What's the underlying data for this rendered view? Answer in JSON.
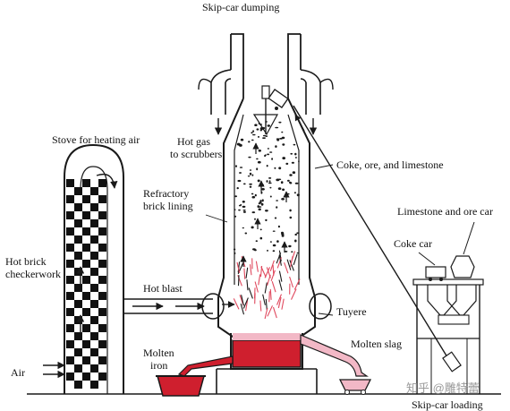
{
  "labels": {
    "skip_car_dumping": "Skip-car dumping",
    "stove": "Stove for heating air",
    "hot_gas_1": "Hot gas",
    "hot_gas_2": "to scrubbers",
    "coke_ore_limestone": "Coke, ore, and limestone",
    "refractory_1": "Refractory",
    "refractory_2": "brick lining",
    "limestone_ore_car": "Limestone and ore car",
    "coke_car": "Coke car",
    "hot_brick_1": "Hot brick",
    "hot_brick_2": "checkerwork",
    "hot_blast": "Hot blast",
    "tuyere": "Tuyere",
    "molten_iron_1": "Molten",
    "molten_iron_2": "iron",
    "molten_slag": "Molten slag",
    "air": "Air",
    "skip_car_loading": "Skip-car loading",
    "watermark": "知乎 @雕特蕾"
  },
  "colors": {
    "molten_iron": "#cf1f2e",
    "slag": "#f2b8c6",
    "flame": "#e0495e",
    "line": "#1a1a1a"
  }
}
